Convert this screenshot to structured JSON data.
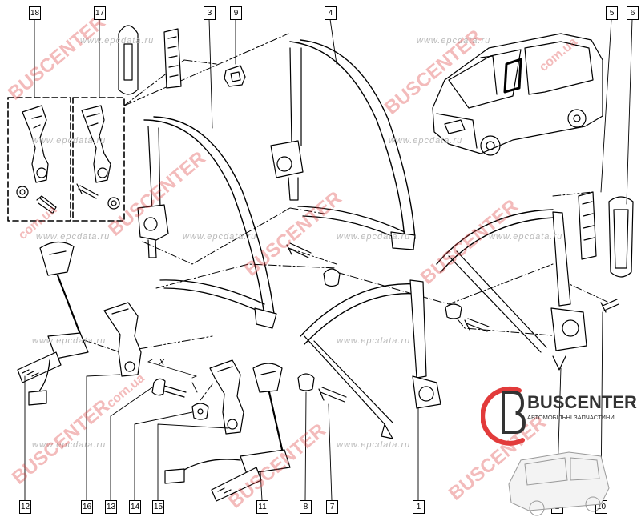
{
  "callouts": {
    "c18": "18",
    "c17": "17",
    "c3": "3",
    "c9": "9",
    "c4": "4",
    "c5": "5",
    "c6": "6",
    "c12": "12",
    "c16": "16",
    "c13": "13",
    "c14": "14",
    "c15": "15",
    "c11": "11",
    "c8": "8",
    "c7": "7",
    "c1": "1",
    "c2": "2",
    "c10": "10"
  },
  "dimension_label": "X",
  "watermarks": {
    "site": "www.epcdata.ru",
    "brand": "BUSCENTER",
    "domain": "com.ua"
  },
  "logo": {
    "name": "BUSCENTER",
    "subtitle": "АВТОМОБІЛЬНІ ЗАПЧАСТИНИ",
    "colors": {
      "ring": "#e23b3b",
      "text": "#333333"
    }
  }
}
